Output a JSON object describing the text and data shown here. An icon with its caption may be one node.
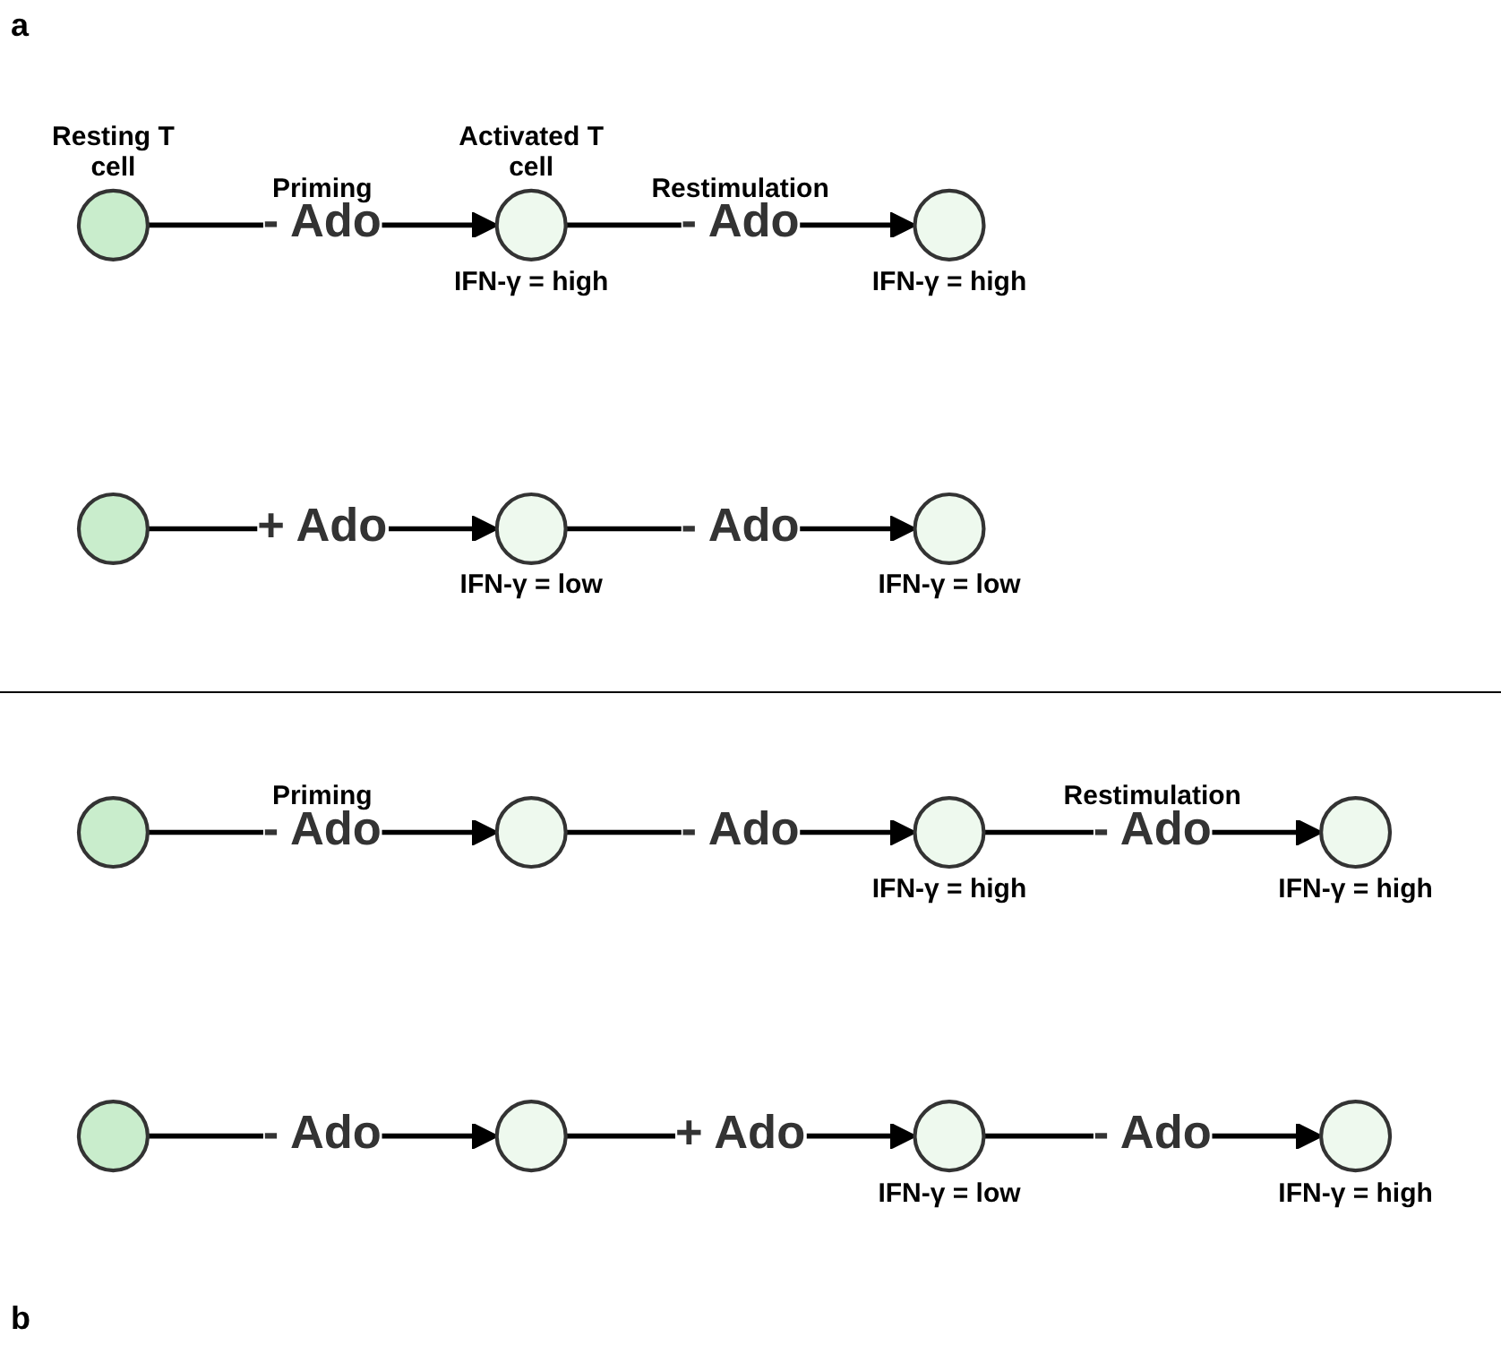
{
  "diagram": {
    "nodes": [
      {
        "text": [],
        "shape": "circle",
        "beside": [
          "Resting T cell"
        ]
      },
      {
        "text": [],
        "shape": "circle",
        "beside": [
          "Activated T cell",
          "IFN-γ = high"
        ]
      },
      {
        "text": [],
        "shape": "circle",
        "beside": [
          "IFN-γ = high"
        ]
      },
      {
        "text": [],
        "shape": "circle"
      },
      {
        "text": [],
        "shape": "circle",
        "beside": [
          "IFN-γ = low"
        ]
      },
      {
        "text": [],
        "shape": "circle",
        "beside": [
          "IFN-γ = low"
        ]
      },
      {
        "text": [],
        "shape": "circle"
      },
      {
        "text": [],
        "shape": "circle"
      },
      {
        "text": [],
        "shape": "circle",
        "beside": [
          "IFN-γ = high"
        ]
      },
      {
        "text": [],
        "shape": "circle",
        "beside": [
          "IFN-γ = high"
        ]
      },
      {
        "text": [],
        "shape": "circle"
      },
      {
        "text": [],
        "shape": "circle"
      },
      {
        "text": [],
        "shape": "circle",
        "beside": [
          "IFN-γ = low"
        ]
      },
      {
        "text": [],
        "shape": "circle",
        "beside": [
          "IFN-γ = high"
        ]
      }
    ],
    "edges": [
      {
        "from": 0,
        "to": 1,
        "arrow": "to",
        "label": "- Ado"
      },
      {
        "from": 1,
        "to": 2,
        "arrow": "to",
        "label": "- Ado"
      },
      {
        "from": 3,
        "to": 4,
        "arrow": "to",
        "label": "+ Ado"
      },
      {
        "from": 4,
        "to": 5,
        "arrow": "to",
        "label": "- Ado"
      },
      {
        "from": 6,
        "to": 7,
        "arrow": "to",
        "label": "- Ado"
      },
      {
        "from": 7,
        "to": 8,
        "arrow": "to",
        "label": "- Ado"
      },
      {
        "from": 8,
        "to": 9,
        "arrow": "to",
        "label": "- Ado"
      },
      {
        "from": 10,
        "to": 11,
        "arrow": "to",
        "label": "- Ado"
      },
      {
        "from": 11,
        "to": 12,
        "arrow": "to",
        "label": "+ Ado"
      },
      {
        "from": 12,
        "to": 13,
        "arrow": "to",
        "label": "- Ado"
      }
    ],
    "labels": [
      "a",
      "Priming",
      "Restimulation",
      "Priming",
      "Restimulation",
      "b"
    ]
  }
}
